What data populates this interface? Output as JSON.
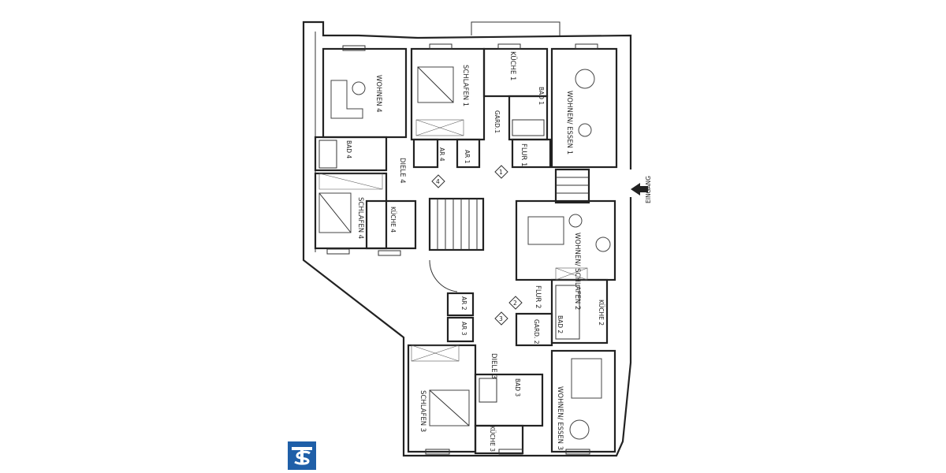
{
  "rooms": {
    "wohnen4": "WOHNEN 4",
    "schlafen1": "SCHLAFEN 1",
    "kueche1": "KÜCHE 1",
    "bad1": "BAD 1",
    "garderobe1": "GARD.1",
    "wohnen_essen1": "WOHNEN/ ESSEN 1",
    "flur1": "FLUR 1",
    "ar4": "AR 4",
    "ar1": "AR 1",
    "bad4": "BAD 4",
    "diele4": "DIELE 4",
    "schlafen4": "SCHLAFEN 4",
    "kueche4": "KÜCHE 4",
    "wohnen_schlafen2": "WOHNEN/ SCHLAFEN 2",
    "flur2": "FLUR 2",
    "kueche2": "KÜCHE 2",
    "bad2": "BAD 2",
    "garderobe2": "GARD. 2",
    "ar2": "AR 2",
    "ar3": "AR 3",
    "diele3": "DIELE 3",
    "schlafen3": "SCHLAFEN 3",
    "bad3": "BAD 3",
    "wohnen_essen3": "WOHNEN/ ESSEN 3",
    "kueche3": "KÜCHE 3"
  },
  "markers": {
    "m1": "1",
    "m2": "2",
    "m3": "3",
    "m4": "4"
  },
  "entrance_label": "EINGANG",
  "logo": {
    "letters": "TS",
    "color": "#1f5fa8"
  }
}
